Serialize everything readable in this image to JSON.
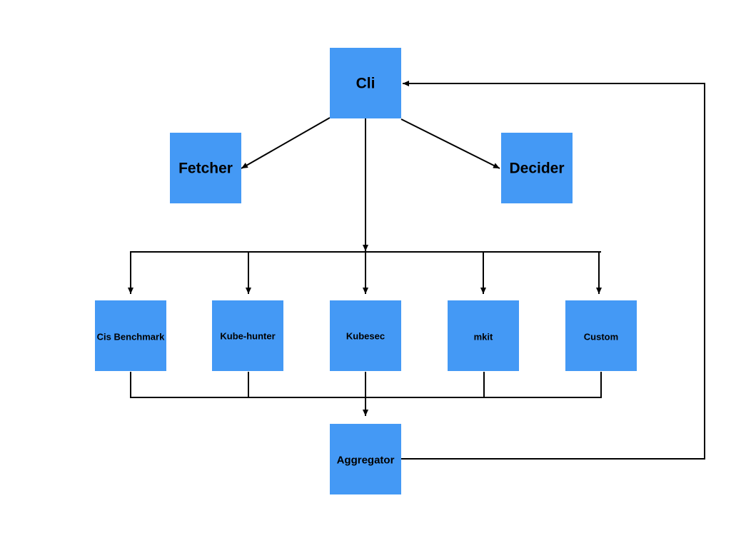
{
  "diagram": {
    "nodes": {
      "cli": "Cli",
      "fetcher": "Fetcher",
      "decider": "Decider",
      "cis_benchmark": "Cis Benchmark",
      "kube_hunter": "Kube-hunter",
      "kubesec": "Kubesec",
      "mkit": "mkit",
      "custom": "Custom",
      "aggregator": "Aggregator"
    },
    "colors": {
      "node_fill": "#4499f5",
      "edge": "#000000",
      "text": "#000000"
    }
  }
}
